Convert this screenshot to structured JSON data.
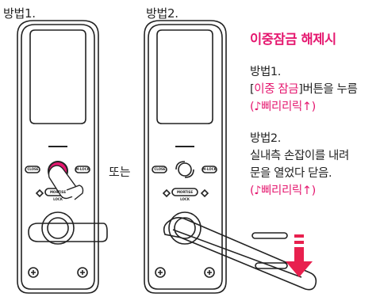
{
  "method1": {
    "label": "방법1."
  },
  "method2": {
    "label": "방법2."
  },
  "or_text": "또는",
  "lock": {
    "left_btn": "CLOSE",
    "right_btn": "M-LOCK",
    "center_panel": "MORTISE LOCK"
  },
  "panel": {
    "title": "이중잠금 해제시",
    "m1": {
      "heading": "방법1.",
      "bracket_open": "[",
      "highlight": "이중 잠금",
      "rest": "]버튼을 누름",
      "sound": "(♪삐리리릭↑)"
    },
    "m2": {
      "heading": "방법2.",
      "line1": "실내측 손잡이를 내려",
      "line2": "문을 열었다 닫음.",
      "sound": "(♪삐리리릭↑)"
    }
  },
  "colors": {
    "accent": "#e5176f",
    "arrow": "#e8204e",
    "line": "#222222"
  }
}
